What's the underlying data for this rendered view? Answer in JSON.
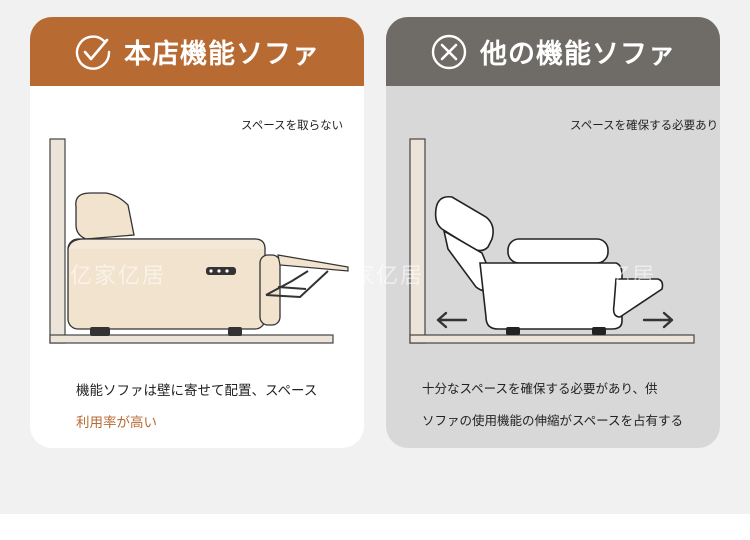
{
  "left_card": {
    "title": "本店機能ソファ",
    "header_icon": "check-circle-icon",
    "caption": "スペースを取らない",
    "description_line1": "機能ソファは壁に寄せて配置、スペース",
    "description_line2": "利用率が高い",
    "colors": {
      "header": "#b86a33",
      "body": "#ffffff",
      "sofa": "#f1e3cd",
      "accent_text": "#b86a33"
    }
  },
  "right_card": {
    "title": "他の機能ソファ",
    "header_icon": "x-circle-icon",
    "caption": "スペースを確保する必要あり",
    "description_line1": "十分なスペースを確保する必要があり、供",
    "description_line2": "ソファの使用機能の伸縮がスペースを占有する",
    "colors": {
      "header": "#6f6b66",
      "body": "#d9d8d8"
    }
  },
  "watermark": {
    "left": "亿家亿居",
    "center": "家亿居",
    "right": "亿家亿居"
  }
}
